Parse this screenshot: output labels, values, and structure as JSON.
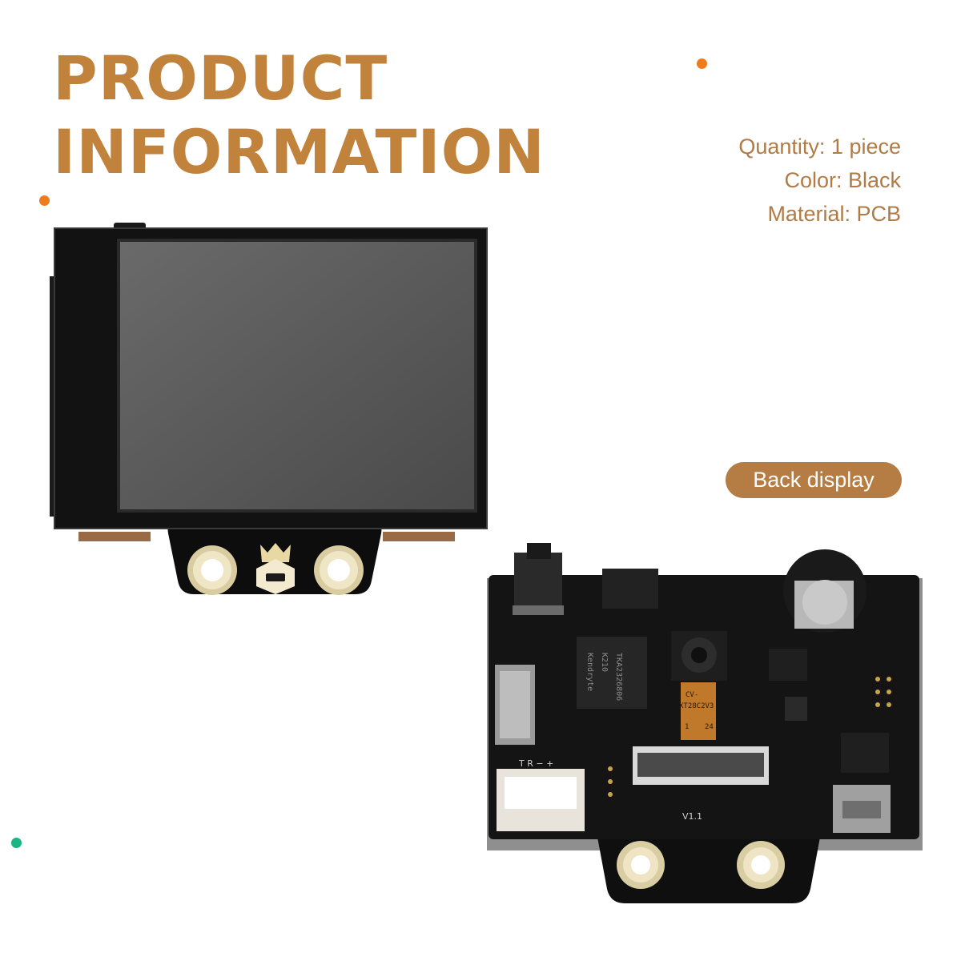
{
  "heading": {
    "line1": "PRODUCT",
    "line2": "INFORMATION"
  },
  "specs": {
    "quantity": "Quantity: 1 piece",
    "color": "Color: Black",
    "material": "Material: PCB"
  },
  "badge": "Back display",
  "pcb_markings": {
    "chip1": "Kendryte",
    "chip2": "K210",
    "chip3": "TKA2326806",
    "camera1": "CV-",
    "camera2": "XT28C2V3",
    "cam_pin_left": "1",
    "cam_pin_right": "24",
    "uart": "T R − +",
    "version": "V1.1"
  },
  "colors": {
    "accent": "#c1823c",
    "badge_bg": "#b57d44",
    "dot_orange": "#f07a1e",
    "dot_green": "#1bb584"
  }
}
